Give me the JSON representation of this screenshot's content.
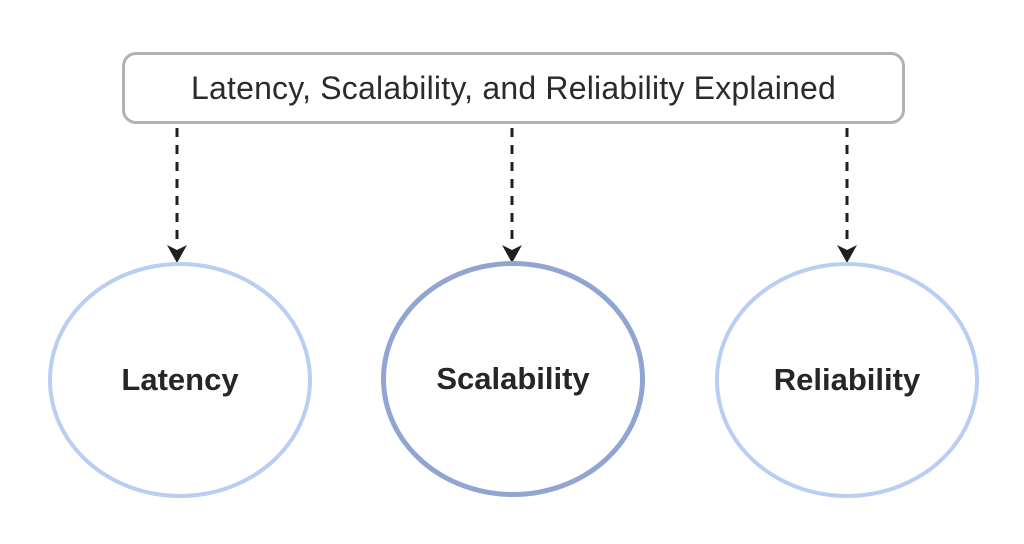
{
  "header": {
    "title": "Latency, Scalability, and Reliability Explained"
  },
  "diagram": {
    "nodes": [
      {
        "label": "Latency",
        "border_color": "#b8cef3"
      },
      {
        "label": "Scalability",
        "border_color": "#90a5d2"
      },
      {
        "label": "Reliability",
        "border_color": "#b8cef3"
      }
    ],
    "connector": {
      "type": "dashed-arrow",
      "direction": "down",
      "count": 3,
      "color": "#1f1f1f"
    }
  },
  "colors": {
    "background": "#ffffff",
    "title_box_border": "#b2b2b2",
    "title_text": "#2b2b2b",
    "node_label_text": "#262626"
  }
}
